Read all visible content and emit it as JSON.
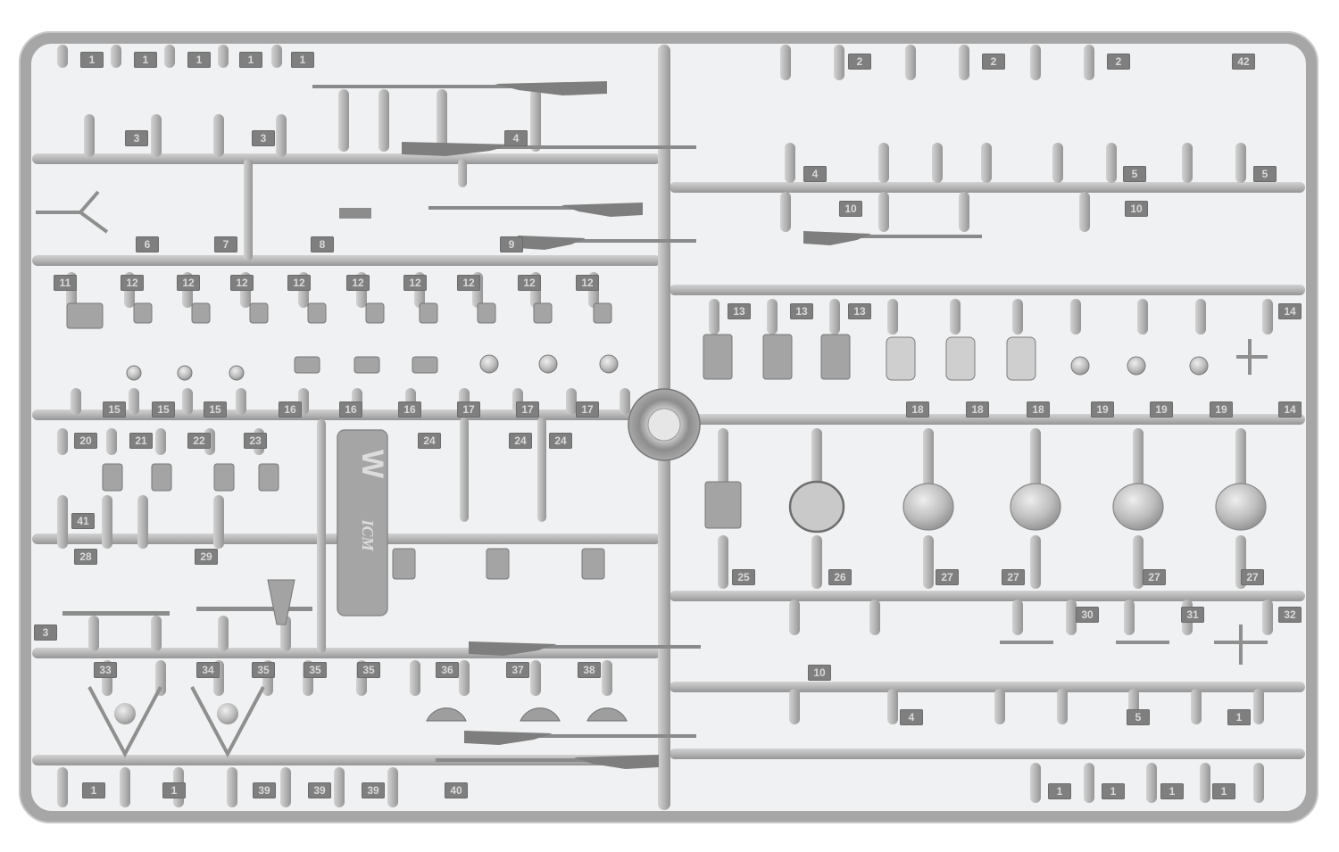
{
  "scene": {
    "subject": "plastic model kit sprue",
    "colors": {
      "sprue": "#b4b4b4",
      "sprue_dark": "#8e8e8e",
      "inner": "#f0f1f2",
      "plate": "#7f7f7f",
      "plate_text": "#d9d9d9",
      "background": "#ffffff"
    }
  },
  "frame_labels": {
    "left": "3",
    "bottom_row": "1"
  },
  "logo": {
    "text": "ICM",
    "letter": "W"
  },
  "part_labels": {
    "row1_left": [
      "1",
      "1",
      "1",
      "1",
      "1"
    ],
    "row1_right": [
      "2",
      "2",
      "2",
      "42"
    ],
    "row2_left": [
      "3",
      "3",
      "4"
    ],
    "row2_right": [
      "4",
      "5",
      "5",
      "10",
      "10"
    ],
    "row3_left": [
      "6",
      "7",
      "8",
      "9"
    ],
    "row4_left": [
      "11",
      "12",
      "12",
      "12",
      "12",
      "12",
      "12",
      "12",
      "12",
      "12"
    ],
    "row4_right": [
      "13",
      "13",
      "13",
      "14",
      "14"
    ],
    "row5_left": [
      "15",
      "15",
      "15",
      "16",
      "16",
      "16",
      "17",
      "17",
      "17"
    ],
    "row5_right": [
      "18",
      "18",
      "18",
      "19",
      "19",
      "19"
    ],
    "row6_left": [
      "20",
      "21",
      "22",
      "23",
      "24",
      "24",
      "24"
    ],
    "row6_right": [
      "25",
      "26",
      "27",
      "27",
      "27",
      "27"
    ],
    "row7_left": [
      "41",
      "28",
      "29"
    ],
    "row7_right": [
      "30",
      "31",
      "32"
    ],
    "row8_left": [
      "33",
      "34",
      "35",
      "35",
      "35",
      "36",
      "37",
      "38"
    ],
    "row8_right": [
      "10",
      "4",
      "5",
      "1"
    ],
    "row9_left": [
      "1",
      "1",
      "39",
      "39",
      "39",
      "40"
    ],
    "row9_right": [
      "1",
      "1",
      "1",
      "1"
    ]
  }
}
